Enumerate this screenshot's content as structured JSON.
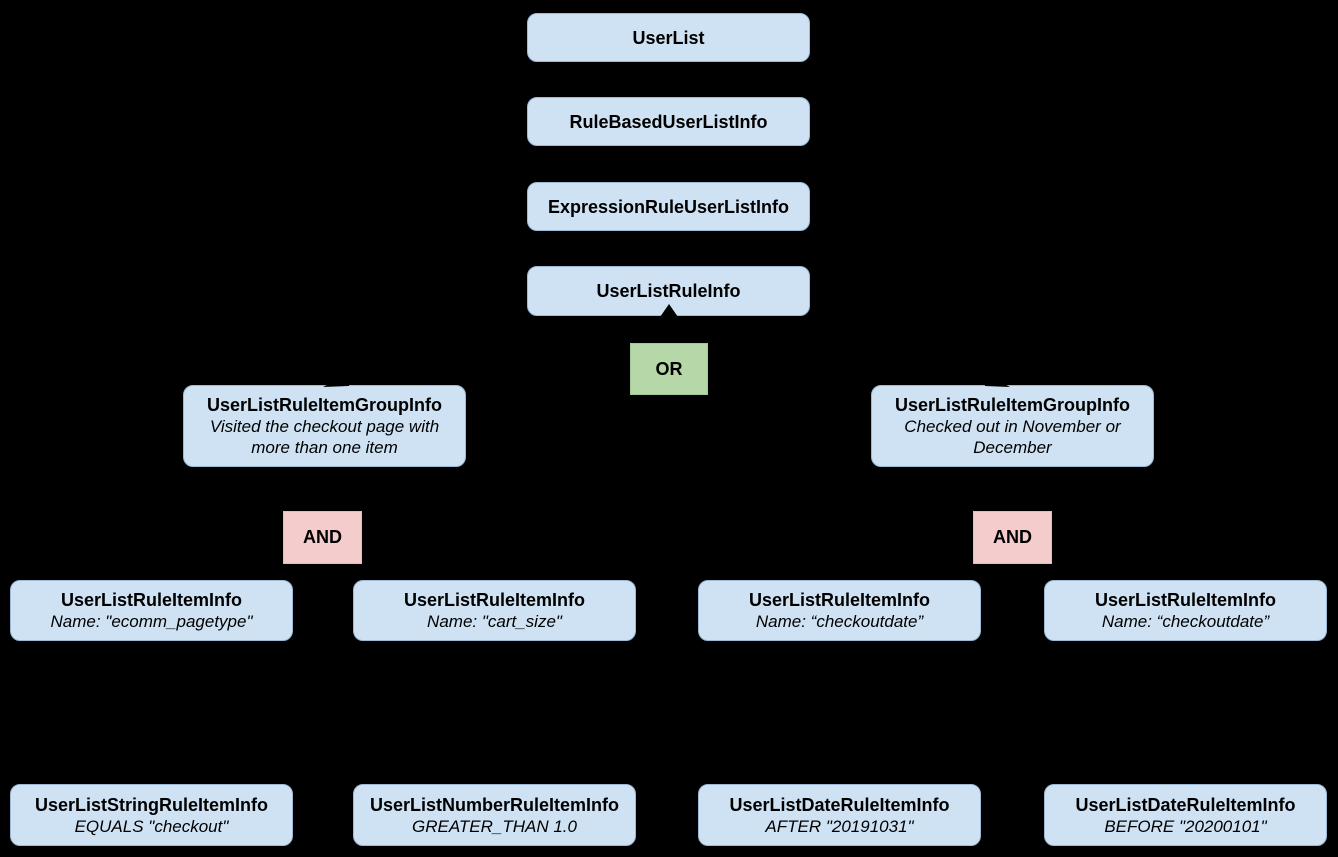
{
  "diagram": {
    "stack": [
      {
        "label": "UserList"
      },
      {
        "label": "RuleBasedUserListInfo"
      },
      {
        "label": "ExpressionRuleUserListInfo"
      },
      {
        "label": "UserListRuleInfo"
      }
    ],
    "or_operator": {
      "label": "OR"
    },
    "and_operators": [
      {
        "label": "AND"
      },
      {
        "label": "AND"
      }
    ],
    "groups": [
      {
        "title": "UserListRuleItemGroupInfo",
        "subtitle": "Visited the checkout page with more than one item"
      },
      {
        "title": "UserListRuleItemGroupInfo",
        "subtitle": "Checked out in November or December"
      }
    ],
    "rule_items": [
      {
        "title": "UserListRuleItemInfo",
        "subtitle": "Name: \"ecomm_pagetype\""
      },
      {
        "title": "UserListRuleItemInfo",
        "subtitle": "Name: \"cart_size\""
      },
      {
        "title": "UserListRuleItemInfo",
        "subtitle": "Name: “checkoutdate”"
      },
      {
        "title": "UserListRuleItemInfo",
        "subtitle": "Name: “checkoutdate”"
      }
    ],
    "leaf_items": [
      {
        "title": "UserListStringRuleItemInfo",
        "subtitle": "EQUALS \"checkout\""
      },
      {
        "title": "UserListNumberRuleItemInfo",
        "subtitle": "GREATER_THAN 1.0"
      },
      {
        "title": "UserListDateRuleItemInfo",
        "subtitle": "AFTER \"20191031\""
      },
      {
        "title": "UserListDateRuleItemInfo",
        "subtitle": "BEFORE \"20200101\""
      }
    ],
    "colors": {
      "background": "#000000",
      "node_fill": "#cfe2f3",
      "node_border": "#9db9d3",
      "or_fill": "#b6d7a8",
      "and_fill": "#f4cccc",
      "text": "#000000"
    }
  }
}
